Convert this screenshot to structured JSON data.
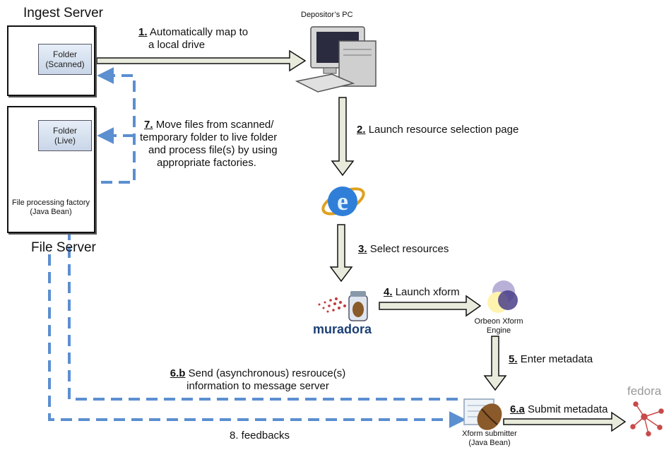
{
  "ingest_server": {
    "title": "Ingest Server",
    "folder_scanned": {
      "line1": "Folder",
      "line2": "(Scanned)"
    }
  },
  "file_server": {
    "title": "File Server",
    "folder_live": {
      "line1": "Folder",
      "line2": "(Live)"
    },
    "factory": {
      "line1": "File processing factory",
      "line2": "(Java Bean)"
    }
  },
  "depositor": {
    "label": "Depositor’s PC"
  },
  "muradora": {
    "label": "muradora"
  },
  "orbeon": {
    "line1": "Orbeon Xform",
    "line2": "Engine"
  },
  "submitter": {
    "line1": "Xform submitter",
    "line2": "(Java Bean)"
  },
  "fedora": {
    "label": "fedora"
  },
  "steps": {
    "s1": {
      "num": "1.",
      "line1": "Automatically map to",
      "line2": "a local drive"
    },
    "s2": {
      "num": "2.",
      "text": "Launch resource selection page"
    },
    "s3": {
      "num": "3.",
      "text": "Select resources"
    },
    "s4": {
      "num": "4.",
      "text": "Launch xform"
    },
    "s5": {
      "num": "5.",
      "text": "Enter metadata"
    },
    "s6a": {
      "num": "6.a",
      "text": "Submit metadata"
    },
    "s6b": {
      "num": "6.b",
      "line1": "Send (asynchronous) resrouce(s)",
      "line2": "information to message server"
    },
    "s7": {
      "num": "7.",
      "line1": "Move files from scanned/",
      "line2": "temporary folder to live folder",
      "line3": "and process file(s) by using",
      "line4": "appropriate factories."
    },
    "s8": {
      "text": "8. feedbacks"
    }
  },
  "colors": {
    "dashed_arrow": "#5b8fd0",
    "solid_arrow_fill": "#e8ebdc",
    "outline": "#111111"
  }
}
